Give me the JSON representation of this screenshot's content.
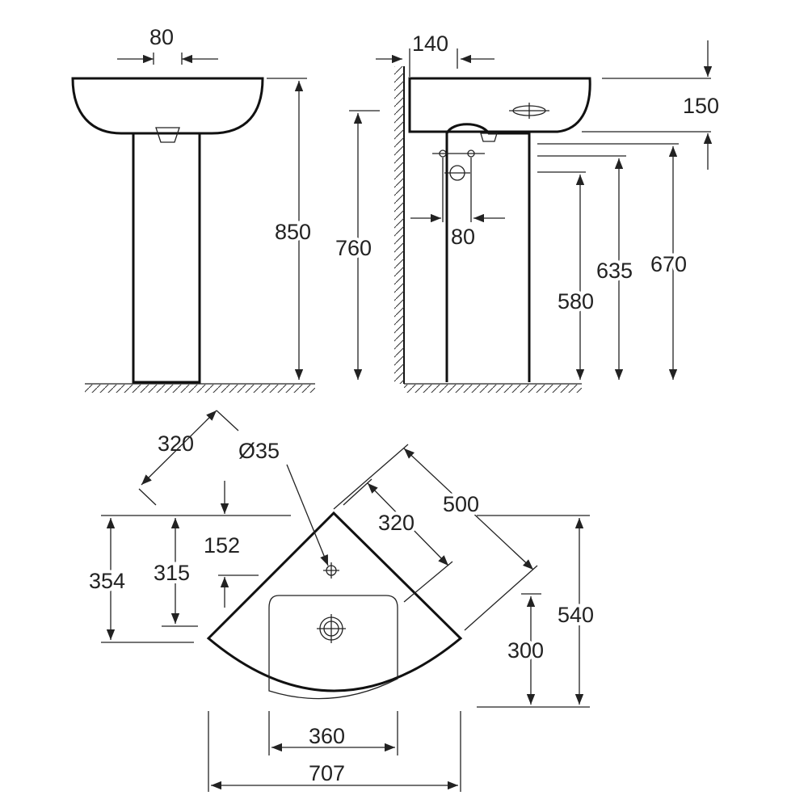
{
  "title": "Pedestal and corner basin dimension drawing",
  "front_view": {
    "width_label": "80",
    "height_label": "850"
  },
  "side_view": {
    "projection_label": "140",
    "basin_depth_label": "150",
    "rim_height_label": "760",
    "waste_offset_label": "80",
    "label_635": "635",
    "label_670": "670",
    "label_580": "580"
  },
  "plan_view": {
    "label_320_left": "320",
    "tap_hole_label": "Ø35",
    "label_500": "500",
    "label_320_right": "320",
    "label_152": "152",
    "label_354": "354",
    "label_315": "315",
    "label_540": "540",
    "label_300": "300",
    "label_360": "360",
    "label_707": "707"
  },
  "colors": {
    "line": "#222222",
    "background": "#ffffff"
  }
}
